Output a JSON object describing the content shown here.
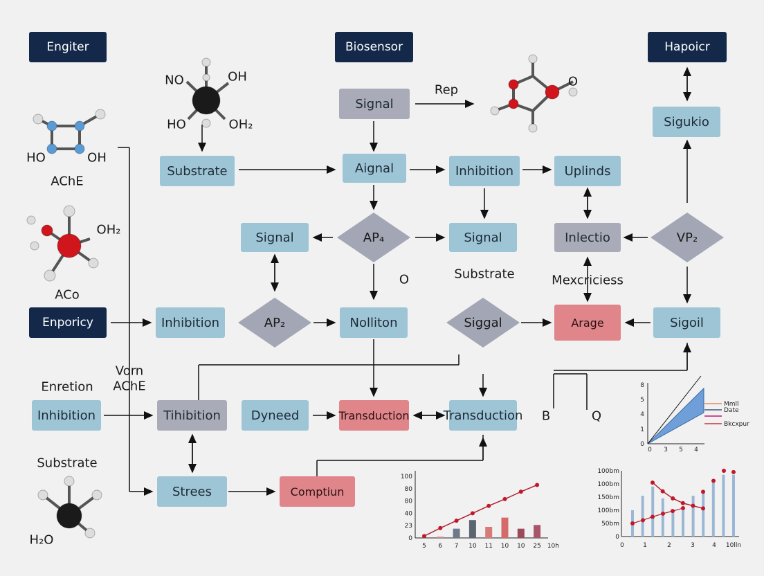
{
  "nodes": [
    {
      "label": "Engiter",
      "style": "dark"
    },
    {
      "label": "Biosensor",
      "style": "dark"
    },
    {
      "label": "Hapoicr",
      "style": "dark"
    },
    {
      "label": "Enporicy",
      "style": "dark"
    },
    {
      "label": "Substrate",
      "style": "blue"
    },
    {
      "label": "Signal",
      "style": "gray"
    },
    {
      "label": "Aignal",
      "style": "blue"
    },
    {
      "label": "Inhibition",
      "style": "blue"
    },
    {
      "label": "Uplinds",
      "style": "blue"
    },
    {
      "label": "Sigukio",
      "style": "blue"
    },
    {
      "label": "Signal",
      "style": "blue"
    },
    {
      "label": "AP₄",
      "style": "dia"
    },
    {
      "label": "Signal",
      "style": "blue"
    },
    {
      "label": "Inlectio",
      "style": "gray"
    },
    {
      "label": "VP₂",
      "style": "dia"
    },
    {
      "label": "Inhibition",
      "style": "blue"
    },
    {
      "label": "AP₂",
      "style": "dia"
    },
    {
      "label": "Nolliton",
      "style": "blue"
    },
    {
      "label": "Siggal",
      "style": "dia"
    },
    {
      "label": "Arage",
      "style": "pink"
    },
    {
      "label": "Sigoil",
      "style": "blue"
    },
    {
      "label": "Inhibition",
      "style": "blue"
    },
    {
      "label": "Tihibition",
      "style": "gray"
    },
    {
      "label": "Dyneed",
      "style": "blue"
    },
    {
      "label": "Transduction",
      "style": "pink"
    },
    {
      "label": "Transduction",
      "style": "blue"
    },
    {
      "label": "Strees",
      "style": "blue"
    },
    {
      "label": "Comptiun",
      "style": "pink"
    }
  ],
  "labels": [
    "Rep",
    "O",
    "Substrate",
    "Mexcriciess",
    "Enretion",
    "Vorn",
    "AChE",
    "B",
    "Q",
    "AChE",
    "ACo",
    "Substrate"
  ],
  "molecule_labels": [
    "NO",
    "OH",
    "HO",
    "OH₂",
    "HO",
    "OH",
    "OH₂",
    "H₂O",
    "O"
  ],
  "colors": {
    "dark": "#14294a",
    "blue": "#9ec5d6",
    "gray": "#a9abb8",
    "pink": "#e0858a",
    "diamond": "#a3a6b4",
    "atom_red": "#d0161c",
    "atom_blue": "#5b9bd5",
    "atom_black": "#1a1a1a"
  },
  "chart_data": [
    {
      "type": "bar",
      "x_ticks": [
        "5",
        "6",
        "7",
        "10",
        "11",
        "10",
        "10",
        "25",
        "10h"
      ],
      "y_ticks": [
        "0",
        "23",
        "40",
        "80",
        "80",
        "100"
      ],
      "ylim": [
        0,
        100
      ],
      "line_values": [
        3,
        16,
        28,
        40,
        52,
        63,
        75,
        86
      ],
      "bar_values": [
        null,
        2,
        15,
        29,
        18,
        33,
        15,
        21
      ]
    },
    {
      "type": "bar",
      "x_ticks": [
        "0",
        "1",
        "2",
        "3",
        "4",
        "10lln"
      ],
      "y_ticks": [
        "0",
        "50bm",
        "100bm",
        "150bm",
        "100bm",
        "100bm"
      ],
      "ylim": [
        0,
        250
      ],
      "bar_values": [
        100,
        155,
        190,
        145,
        90,
        100,
        155,
        165,
        215,
        235,
        235
      ],
      "line_values": [
        205,
        172,
        145,
        127,
        117,
        107
      ],
      "dot_values": [
        50,
        62,
        75,
        87,
        97,
        108,
        170,
        212,
        250,
        245
      ]
    },
    {
      "type": "line",
      "x_ticks": [
        "0",
        "3",
        "5",
        "4"
      ],
      "y_ticks": [
        "0",
        "1",
        "4",
        "5",
        "8"
      ],
      "legend": [
        "Mmll",
        "Date",
        "",
        "Bkcxpur"
      ],
      "legend_placement": "right"
    }
  ]
}
